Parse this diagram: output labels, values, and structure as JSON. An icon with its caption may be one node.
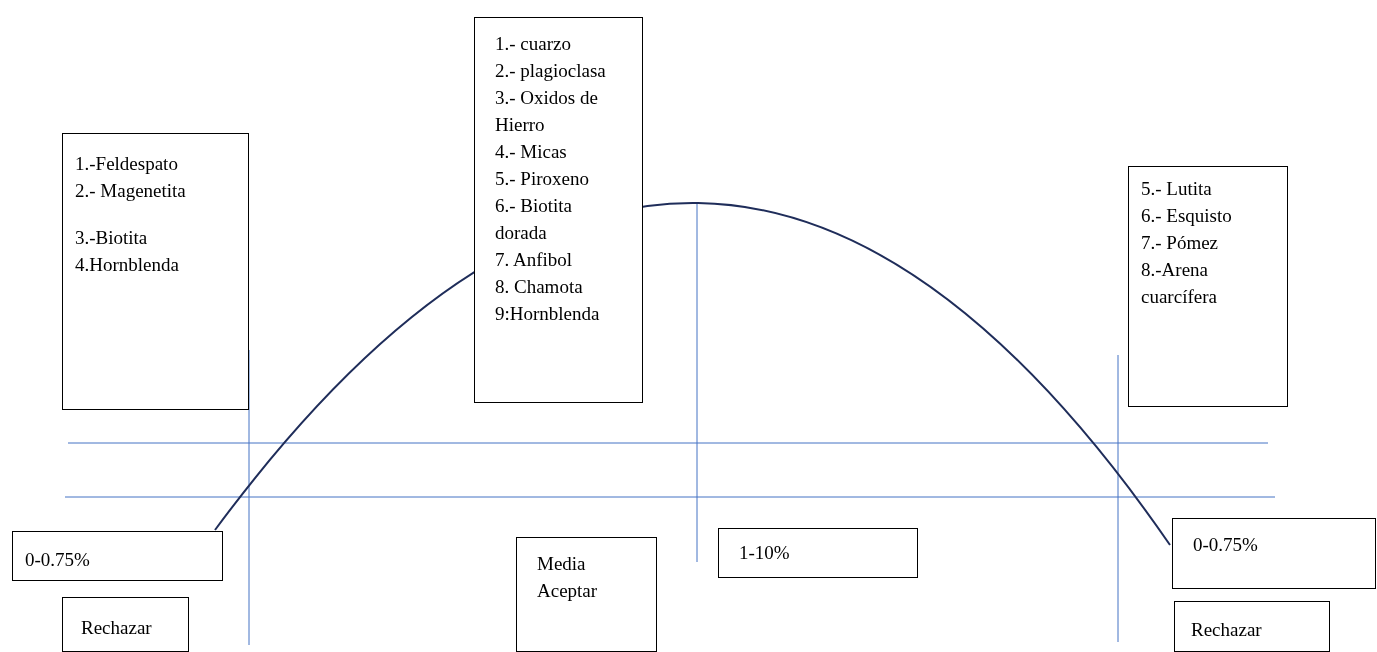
{
  "diagram": {
    "nodes": [
      {
        "text": [
          "1.-Feldespato",
          "2.- Magenetita",
          "3.-Biotita",
          "4.Hornblenda"
        ]
      },
      {
        "text": [
          "1.- cuarzo",
          "2.- plagioclasa",
          "3.- Oxidos de Hierro",
          "4.- Micas",
          "5.- Piroxeno",
          "6.- Biotita dorada",
          "7. Anfibol",
          "8. Chamota",
          "9:Hornblenda"
        ]
      },
      {
        "text": [
          "5.- Lutita",
          "6.- Esquisto",
          "7.- Pómez",
          "8.-Arena cuarcífera"
        ]
      },
      {
        "text": [
          "0-0.75%"
        ]
      },
      {
        "text": [
          "Rechazar"
        ]
      },
      {
        "text": [
          "Media Aceptar"
        ]
      },
      {
        "text": [
          "1-10%"
        ]
      },
      {
        "text": [
          "0-0.75%"
        ]
      },
      {
        "text": [
          "Rechazar"
        ]
      }
    ]
  }
}
